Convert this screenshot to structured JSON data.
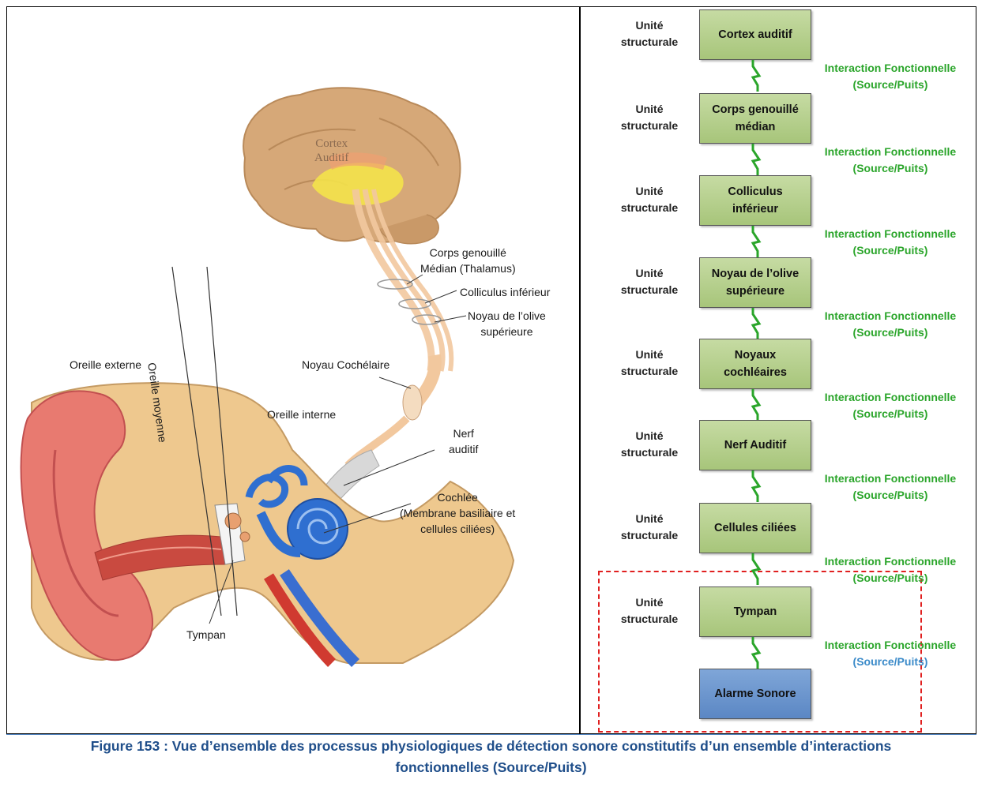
{
  "anatomy": {
    "cortex_label_1": "Cortex",
    "cortex_label_2": "Auditif",
    "corps_genouille_1": "Corps genouillé",
    "corps_genouille_2": "Médian (Thalamus)",
    "colliculus": "Colliculus inférieur",
    "noyau_olive_1": "Noyau de l’olive",
    "noyau_olive_2": "supérieure",
    "noyau_cochleaire": "Noyau Cochélaire",
    "oreille_externe": "Oreille externe",
    "oreille_moyenne": "Oreille moyenne",
    "oreille_interne": "Oreille interne",
    "nerf_1": "Nerf",
    "nerf_2": "auditif",
    "cochlee_1": "Cochlée",
    "cochlee_2": "(Membrane basiliaire et",
    "cochlee_3": "cellules ciliées)",
    "tympan": "Tympan"
  },
  "chain": {
    "unit_label_1": "Unité",
    "unit_label_2": "structurale",
    "interaction_1": "Interaction Fonctionnelle",
    "interaction_2": "(Source/Puits)",
    "boxes": [
      {
        "l1": "Cortex auditif",
        "l2": ""
      },
      {
        "l1": "Corps genouillé",
        "l2": "médian"
      },
      {
        "l1": "Colliculus",
        "l2": "inférieur"
      },
      {
        "l1": "Noyau de l’olive",
        "l2": "supérieure"
      },
      {
        "l1": "Noyaux",
        "l2": "cochléaires"
      },
      {
        "l1": "Nerf Auditif",
        "l2": ""
      },
      {
        "l1": "Cellules ciliées",
        "l2": ""
      },
      {
        "l1": "Tympan",
        "l2": ""
      },
      {
        "l1": "Alarme Sonore",
        "l2": ""
      }
    ]
  },
  "caption": {
    "line1": "Figure 153 : Vue d’ensemble des processus physiologiques de détection sonore constitutifs d’un ensemble d’interactions",
    "line2": "fonctionnelles (Source/Puits)"
  },
  "colors": {
    "box_green": "#b5cf8c",
    "box_blue": "#6b95cd",
    "interaction_green": "#2aa52a",
    "caption_blue": "#1f4e8a",
    "dashed_red": "#e02020"
  }
}
